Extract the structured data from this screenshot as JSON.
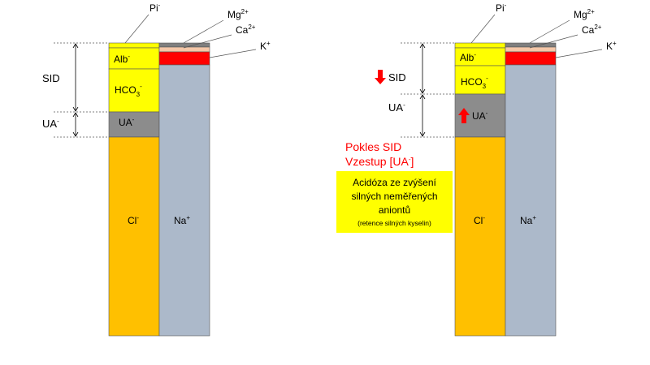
{
  "left": {
    "pi": "Pi",
    "pi_sup": "-",
    "mg": "Mg",
    "mg_sup": "2+",
    "ca": "Ca",
    "ca_sup": "2+",
    "k": "K",
    "k_sup": "+",
    "alb": "Alb",
    "alb_sup": "-",
    "hco3": "HCO",
    "hco3_sub": "3",
    "hco3_sup": "-",
    "ua": "UA",
    "ua_sup": "-",
    "cl": "Cl",
    "cl_sup": "-",
    "na": "Na",
    "na_sup": "+",
    "sid_label": "SID",
    "ua_side": "UA",
    "ua_side_sup": "-"
  },
  "right": {
    "pi": "Pi",
    "pi_sup": "-",
    "mg": "Mg",
    "mg_sup": "2+",
    "ca": "Ca",
    "ca_sup": "2+",
    "k": "K",
    "k_sup": "+",
    "alb": "Alb",
    "alb_sup": "-",
    "hco3": "HCO",
    "hco3_sub": "3",
    "hco3_sup": "-",
    "ua": "UA",
    "ua_sup": "-",
    "cl": "Cl",
    "cl_sup": "-",
    "na": "Na",
    "na_sup": "+",
    "sid_label": "SID",
    "ua_side": "UA",
    "ua_side_sup": "-"
  },
  "annotation": {
    "line1": "Pokles SID",
    "line2": "Vzestup [UA",
    "line2_sup": "-",
    "line2_end": "]",
    "box_line1": "Acidóza ze zvýšení",
    "box_line2": "silných neměřených",
    "box_line3": "aniontů",
    "box_line4": "(retence silných kyselin)"
  },
  "colors": {
    "yellow": "#ffff00",
    "gray": "#8c8c8c",
    "orange": "#ffc000",
    "blue_gray": "#acb9ca",
    "red": "#ff0000",
    "peach": "#f4c7a8",
    "dark_gray": "#7f7f7f"
  }
}
